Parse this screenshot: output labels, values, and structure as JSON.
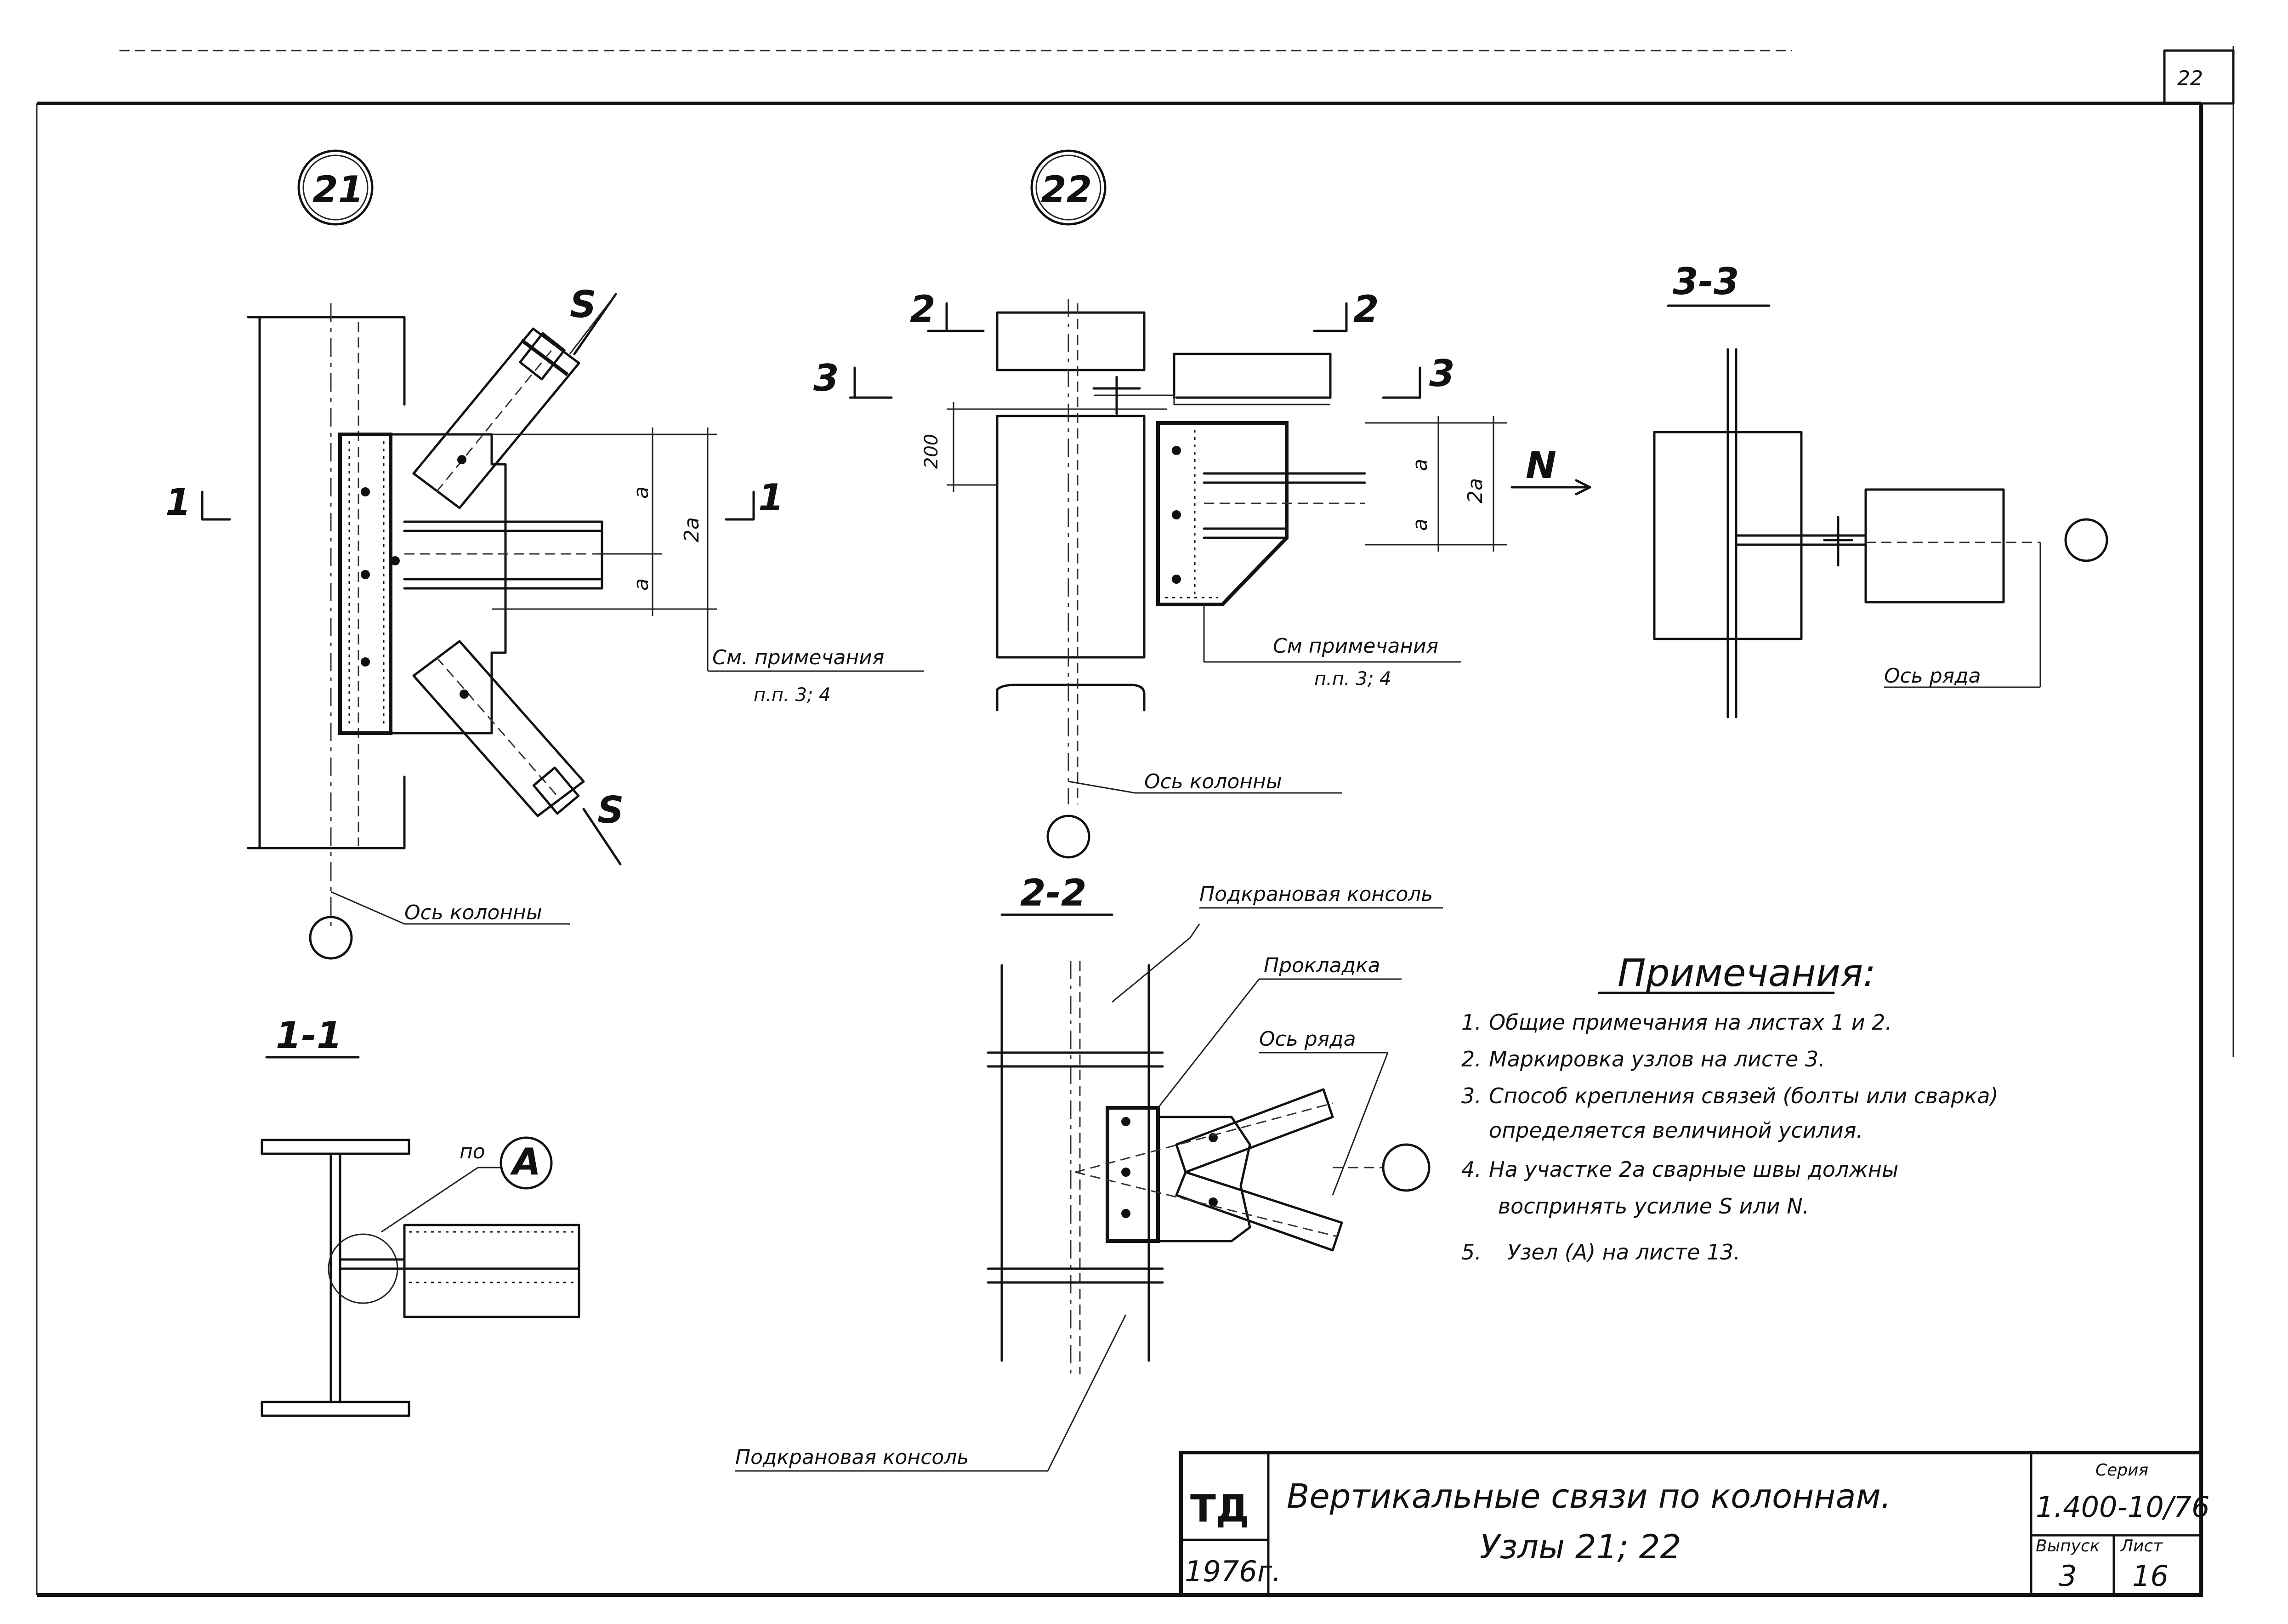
{
  "sheet_corner_number": "22",
  "details": [
    {
      "id": "21"
    },
    {
      "id": "22"
    }
  ],
  "detail21": {
    "force_label": "S",
    "section_marker": "1",
    "dim_a_top": "a",
    "dim_a_bottom": "a",
    "dim_2a": "2a",
    "note_ref_line1": "См. примечания",
    "note_ref_line2": "п.п. 3; 4",
    "axis_label": "Ось колонны"
  },
  "detail22": {
    "section_marker_2": "2",
    "section_marker_3": "3",
    "dim_200": "200",
    "dim_a_top": "a",
    "dim_a_bottom": "a",
    "dim_2a": "2a",
    "force_label": "N",
    "note_ref_line1": "См примечания",
    "note_ref_line2": "п.п. 3; 4",
    "axis_label": "Ось колонны"
  },
  "section33": {
    "title": "3-3",
    "axis_label": "Ось ряда"
  },
  "section11": {
    "title": "1-1",
    "ref_label": "по",
    "node_label": "А"
  },
  "section22": {
    "title": "2-2",
    "label_console_top": "Подкрановая консоль",
    "label_shim": "Прокладка",
    "label_row_axis": "Ось ряда",
    "label_console_bottom": "Подкрановая консоль"
  },
  "notes": {
    "title": "Примечания:",
    "items": [
      {
        "num": "1.",
        "text": "Общие примечания на листах 1 и 2."
      },
      {
        "num": "2.",
        "text": "Маркировка узлов на листе 3."
      },
      {
        "num": "3.",
        "text": "Способ крепления связей (болты или сварка)"
      },
      {
        "num": "",
        "text": "определяется величиной усилия."
      },
      {
        "num": "4.",
        "text": "На участке 2a сварные швы должны"
      },
      {
        "num": "",
        "text": "воспринять усилие S или N."
      },
      {
        "num": "5.",
        "text": "Узел (А) на листе 13."
      }
    ]
  },
  "title_block": {
    "org": "ТД",
    "year": "1976г.",
    "title_line1": "Вертикальные связи по колоннам.",
    "title_line2": "Узлы 21; 22",
    "series_label": "Серия",
    "series_value": "1.400-10/76",
    "issue_label": "Выпуск",
    "issue_value": "3",
    "sheet_label": "Лист",
    "sheet_value": "16"
  }
}
